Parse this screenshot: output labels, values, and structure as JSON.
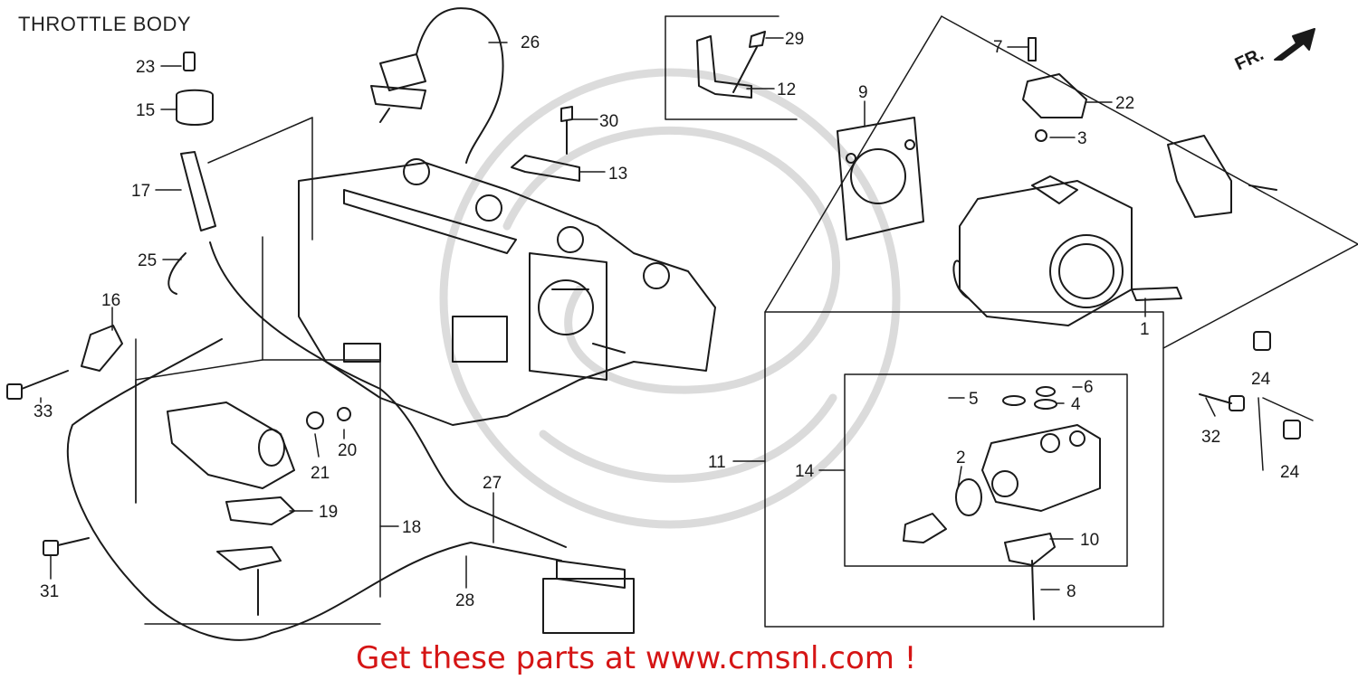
{
  "title": "THROTTLE BODY",
  "footer": "Get these parts at www.cmsnl.com !",
  "orientation_label": "FR.",
  "colors": {
    "line": "#1a1a1a",
    "footer": "#d51515",
    "watermark": "#d8d8d8"
  },
  "callouts": [
    {
      "id": "c23",
      "text": "23"
    },
    {
      "id": "c15",
      "text": "15"
    },
    {
      "id": "c17",
      "text": "17"
    },
    {
      "id": "c25",
      "text": "25"
    },
    {
      "id": "c16",
      "text": "16"
    },
    {
      "id": "c33",
      "text": "33"
    },
    {
      "id": "c26",
      "text": "26"
    },
    {
      "id": "c29",
      "text": "29"
    },
    {
      "id": "c12",
      "text": "12"
    },
    {
      "id": "c30",
      "text": "30"
    },
    {
      "id": "c13",
      "text": "13"
    },
    {
      "id": "c9",
      "text": "9"
    },
    {
      "id": "c7",
      "text": "7"
    },
    {
      "id": "c22",
      "text": "22"
    },
    {
      "id": "c3",
      "text": "3"
    },
    {
      "id": "c1",
      "text": "1"
    },
    {
      "id": "c24a",
      "text": "24"
    },
    {
      "id": "c32",
      "text": "32"
    },
    {
      "id": "c24b",
      "text": "24"
    },
    {
      "id": "c6",
      "text": "6"
    },
    {
      "id": "c5",
      "text": "5"
    },
    {
      "id": "c4",
      "text": "4"
    },
    {
      "id": "c11",
      "text": "11"
    },
    {
      "id": "c14",
      "text": "14"
    },
    {
      "id": "c2",
      "text": "2"
    },
    {
      "id": "c10",
      "text": "10"
    },
    {
      "id": "c8",
      "text": "8"
    },
    {
      "id": "c20",
      "text": "20"
    },
    {
      "id": "c21",
      "text": "21"
    },
    {
      "id": "c19",
      "text": "19"
    },
    {
      "id": "c18",
      "text": "18"
    },
    {
      "id": "c31",
      "text": "31"
    },
    {
      "id": "c27",
      "text": "27"
    },
    {
      "id": "c28",
      "text": "28"
    }
  ]
}
